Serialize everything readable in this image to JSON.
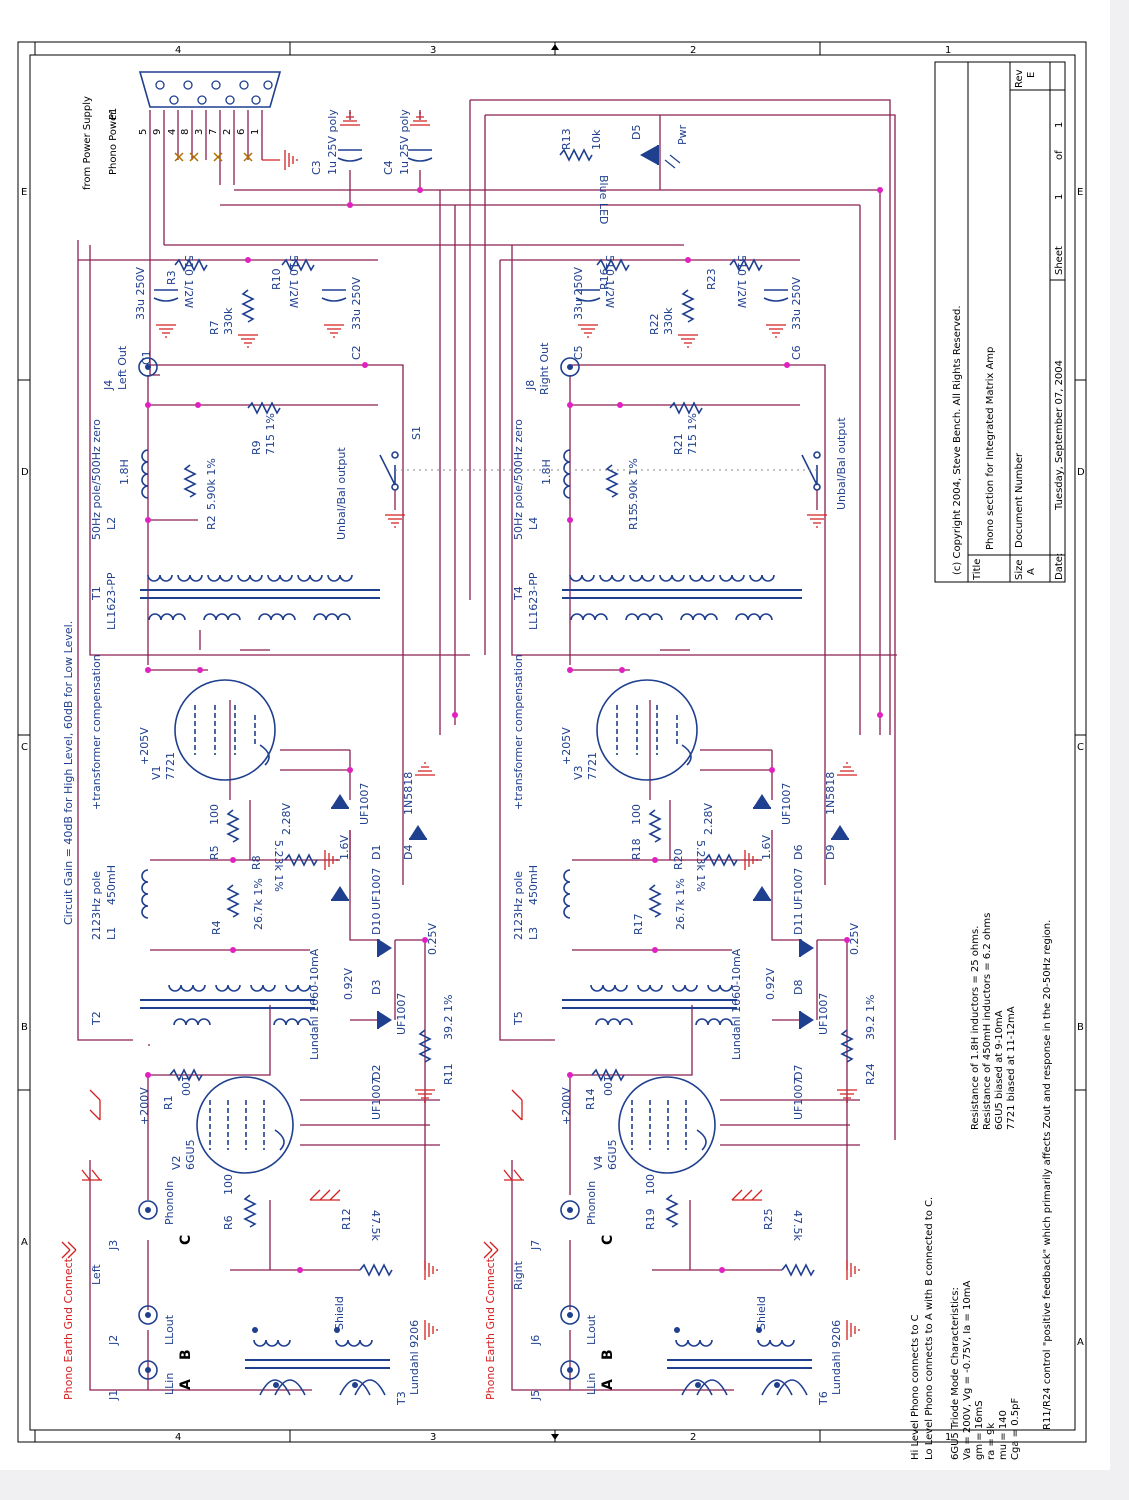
{
  "colors": {
    "wire": "#8a2050",
    "component": "#1f3f8f",
    "ground": "#d42020",
    "node": "#e020c0"
  },
  "frame": {
    "row_labels": [
      "4",
      "3",
      "2",
      "1"
    ],
    "col_labels": [
      "A",
      "B",
      "C",
      "D",
      "E"
    ]
  },
  "title_block": {
    "copyright": "(c) Copyright 2004, Steve Bench. All Rights Reserved.",
    "title_label": "Title",
    "title": "Phono section for Integrated Matrix Amp",
    "size_label": "Size",
    "size": "A",
    "docnum_label": "Document Number",
    "rev_label": "Rev",
    "rev": "E",
    "date_label": "Date:",
    "date": "Tuesday, September 07, 2004",
    "sheet_label": "Sheet",
    "sheet_num": "1",
    "of_label": "of",
    "sheet_total": "1"
  },
  "connector": {
    "ref": "P1",
    "name": "Phono Power",
    "from": "from Power Supply",
    "pins": [
      "5",
      "9",
      "4",
      "8",
      "3",
      "7",
      "2",
      "6",
      "1"
    ]
  },
  "supply": {
    "c3": {
      "ref": "C3",
      "value": "1u 25V poly"
    },
    "c4": {
      "ref": "C4",
      "value": "1u 25V poly"
    },
    "r13": {
      "ref": "R13",
      "value": "10k"
    },
    "d5": {
      "ref": "D5",
      "name": "Pwr",
      "value": "Blue LED"
    }
  },
  "gain_note": "Circuit Gain = 40dB for High Level, 60dB for Low Level.",
  "left": {
    "channel_label": "Left",
    "earth": "Phono Earth Gnd Connect",
    "jacks": [
      {
        "ref": "J1",
        "name": "LLin",
        "letter": "A"
      },
      {
        "ref": "J2",
        "name": "LLout",
        "letter": "B"
      },
      {
        "ref": "J3",
        "name": "PhonoIn",
        "letter": "C"
      }
    ],
    "out_jack": {
      "ref": "J4",
      "name": "Left Out"
    },
    "t3": {
      "ref": "T3",
      "value": "Lundahl 9206",
      "shield": "Shield"
    },
    "r6": {
      "ref": "R6",
      "value": "100"
    },
    "r12": {
      "ref": "R12",
      "value": "47.5k"
    },
    "r1": {
      "ref": "R1",
      "value": "100"
    },
    "v2": {
      "ref": "V2",
      "value": "6GU5",
      "supply": "+200V"
    },
    "t2": {
      "ref": "T2",
      "value": "Lundahl 1660-10mA"
    },
    "l1": {
      "ref": "L1",
      "value": "450mH",
      "note": "2123Hz pole"
    },
    "comp_note": "+transformer compensation",
    "r4": {
      "ref": "R4",
      "value": "26.7k 1%"
    },
    "r5": {
      "ref": "R5",
      "value": "100"
    },
    "r8": {
      "ref": "R8",
      "value": "5.23k 1%"
    },
    "r11": {
      "ref": "R11",
      "value": "39.2 1%"
    },
    "v1": {
      "ref": "V1",
      "value": "7721",
      "supply": "+205V"
    },
    "d1": {
      "ref": "D1",
      "value": "UF1007"
    },
    "d2": {
      "ref": "D2",
      "value": "UF1007"
    },
    "d3": {
      "ref": "D3",
      "value": "UF1007"
    },
    "d4": {
      "ref": "D4",
      "value": "1N5818"
    },
    "d10": {
      "ref": "D10",
      "value": "UF1007"
    },
    "t1": {
      "ref": "T1",
      "value": "LL1623-PP"
    },
    "l2": {
      "ref": "L2",
      "value": "1.8H",
      "note": "50Hz pole/500Hz zero"
    },
    "r2": {
      "ref": "R2",
      "value": "5.90k 1%"
    },
    "r9": {
      "ref": "R9",
      "value": "715 1%"
    },
    "r3": {
      "ref": "R3",
      "value": "510 1/2W"
    },
    "r10": {
      "ref": "R10",
      "value": "510 1/2W"
    },
    "r7": {
      "ref": "R7",
      "value": "330k"
    },
    "c1": {
      "ref": "C1",
      "value": "33u 250V"
    },
    "c2": {
      "ref": "C2",
      "value": "33u 250V"
    },
    "s1": {
      "ref": "S1",
      "note": "Unbal/Bal output"
    },
    "v_092": "0.92V",
    "v_025": "0.25V",
    "v_16": "1.6V",
    "v_228": "2.28V"
  },
  "right": {
    "channel_label": "Right",
    "earth": "Phono Earth Gnd Connect",
    "jacks": [
      {
        "ref": "J5",
        "name": "LLin",
        "letter": "A"
      },
      {
        "ref": "J6",
        "name": "LLout",
        "letter": "B"
      },
      {
        "ref": "J7",
        "name": "PhonoIn",
        "letter": "C"
      }
    ],
    "out_jack": {
      "ref": "J8",
      "name": "Right Out"
    },
    "t6": {
      "ref": "T6",
      "value": "Lundahl 9206",
      "shield": "Shield"
    },
    "r19": {
      "ref": "R19",
      "value": "100"
    },
    "r25": {
      "ref": "R25",
      "value": "47.5k"
    },
    "r14": {
      "ref": "R14",
      "value": "100"
    },
    "v4": {
      "ref": "V4",
      "value": "6GU5",
      "supply": "+200V"
    },
    "t5": {
      "ref": "T5",
      "value": "Lundahl 1660-10mA"
    },
    "l3": {
      "ref": "L3",
      "value": "450mH",
      "note": "2123Hz pole"
    },
    "comp_note": "+transformer compensation",
    "r17": {
      "ref": "R17",
      "value": "26.7k 1%"
    },
    "r18": {
      "ref": "R18",
      "value": "100"
    },
    "r20": {
      "ref": "R20",
      "value": "5.23k 1%"
    },
    "r24": {
      "ref": "R24",
      "value": "39.2 1%"
    },
    "v3": {
      "ref": "V3",
      "value": "7721",
      "supply": "+205V"
    },
    "d6": {
      "ref": "D6",
      "value": "UF1007"
    },
    "d7": {
      "ref": "D7",
      "value": "UF1007"
    },
    "d8": {
      "ref": "D8",
      "value": "UF1007"
    },
    "d9": {
      "ref": "D9",
      "value": "1N5818"
    },
    "d11": {
      "ref": "D11",
      "value": "UF1007"
    },
    "t4": {
      "ref": "T4",
      "value": "LL1623-PP"
    },
    "l4": {
      "ref": "L4",
      "value": "1.8H",
      "note": "50Hz pole/500Hz zero"
    },
    "r15": {
      "ref": "R15",
      "value": "5.90k 1%"
    },
    "r21": {
      "ref": "R21",
      "value": "715 1%"
    },
    "r16": {
      "ref": "R16",
      "value": "510 1/2W"
    },
    "r23": {
      "ref": "R23",
      "value": "510 1/2W"
    },
    "r22": {
      "ref": "R22",
      "value": "330k"
    },
    "c5": {
      "ref": "C5",
      "value": "33u 250V"
    },
    "c6": {
      "ref": "C6",
      "value": "33u 250V"
    },
    "s_note": "Unbal/Bal output",
    "v_092": "0.92V",
    "v_025": "0.25V",
    "v_16": "1.6V",
    "v_228": "2.28V"
  },
  "notes": {
    "hi_level": "Hi Level Phono connects to C",
    "lo_level": "Lo Level Phono connects to A with B connected to C.",
    "mode_title": "6GU5 Triode Mode Characteristics:",
    "mode_va": "Va = 200V, Vg = -0.75V, Ia = 10mA",
    "mode_gm": "gm = 16mS",
    "mode_ra": "ra = 9k",
    "mode_mu": "mu = 140",
    "mode_cga": "Cga = 0.5pF",
    "res_18h": "Resistance of 1.8H inductors = 25 ohms.",
    "res_450": "Resistance of 450mH inductors = 6.2 ohms",
    "bias_6gu5": "6GU5 biased at 9-10mA",
    "bias_7721": "7721 biased at 11-12mA",
    "feedback": "R11/R24 control \"positive feedback\" which primarily affects Zout and response in the 20-50Hz region."
  }
}
